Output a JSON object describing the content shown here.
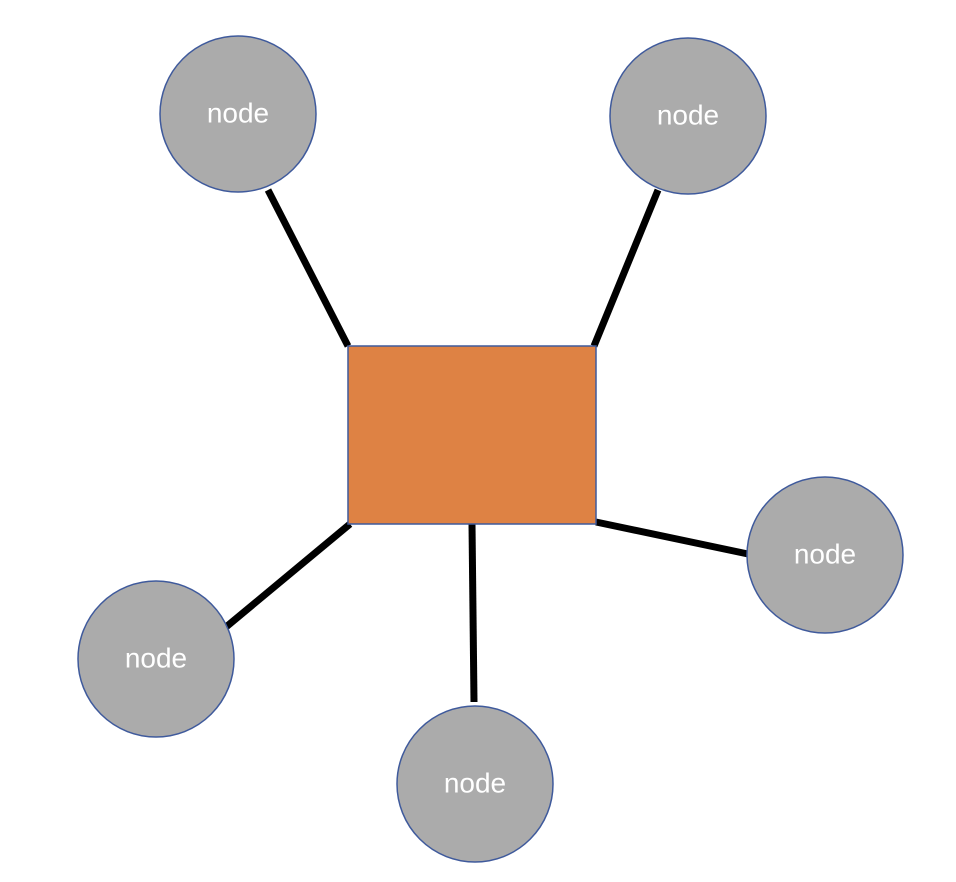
{
  "diagram": {
    "type": "star-topology",
    "colors": {
      "hub_fill": "#DE8244",
      "hub_stroke": "#3F5A9C",
      "node_fill": "#ABABAB",
      "node_stroke": "#3F5A9C",
      "link": "#000000",
      "label": "#FFFFFF"
    },
    "nodes": [
      {
        "id": "node-1",
        "label": "node"
      },
      {
        "id": "node-2",
        "label": "node"
      },
      {
        "id": "node-3",
        "label": "node"
      },
      {
        "id": "node-4",
        "label": "node"
      },
      {
        "id": "node-5",
        "label": "node"
      }
    ]
  }
}
